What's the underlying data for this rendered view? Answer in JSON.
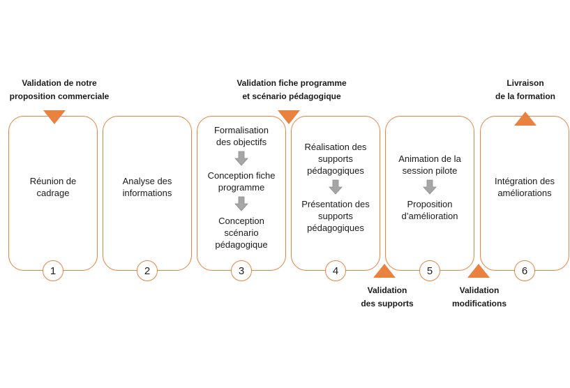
{
  "colors": {
    "accent": "#e8823e",
    "arrow_gray": "#a6a6a6"
  },
  "milestones": [
    {
      "label": "Validation de notre\nproposition commerciale",
      "marker": "down-triangle"
    },
    {
      "label": "Validation fiche programme\net scénario pédagogique",
      "marker": "down-triangle"
    },
    {
      "label": "Validation\ndes supports",
      "marker": "up-triangle"
    },
    {
      "label": "Validation\nmodifications",
      "marker": "up-triangle"
    },
    {
      "label": "Livraison\nde la formation",
      "marker": "up-triangle"
    }
  ],
  "phases": [
    {
      "number": "1",
      "steps": [
        "Réunion de\ncadrage"
      ]
    },
    {
      "number": "2",
      "steps": [
        "Analyse des\ninformations"
      ]
    },
    {
      "number": "3",
      "steps": [
        "Formalisation\ndes objectifs",
        "Conception fiche\nprogramme",
        "Conception\nscénario\npédagogique"
      ]
    },
    {
      "number": "4",
      "steps": [
        "Réalisation des\nsupports\npédagogiques",
        "Présentation des\nsupports\npédagogiques"
      ]
    },
    {
      "number": "5",
      "steps": [
        "Animation de la\nsession pilote",
        "Proposition\nd’amélioration"
      ]
    },
    {
      "number": "6",
      "steps": [
        "Intégration des\naméliorations"
      ]
    }
  ]
}
